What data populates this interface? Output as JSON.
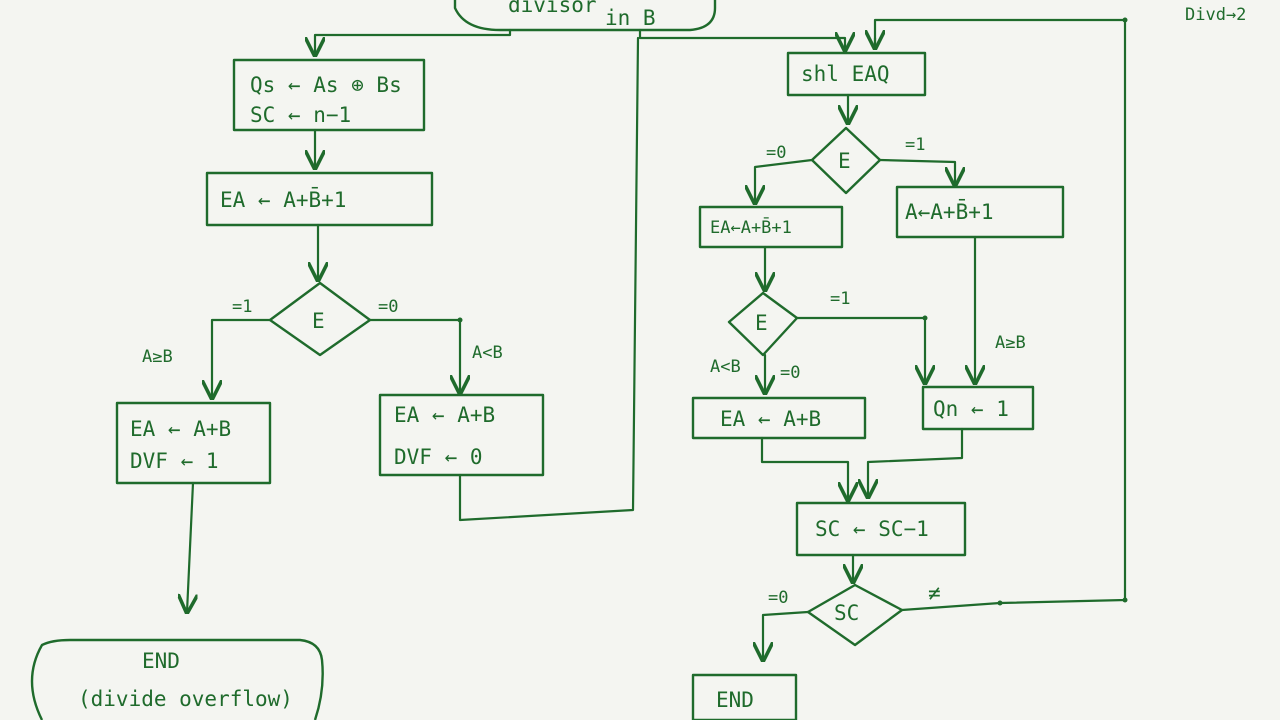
{
  "ink": "#1f6b2c",
  "paper": "#f4f5f1",
  "header": {
    "top_label_line1": "divisor",
    "top_label_line2": "in B",
    "corner_note": "Divd→2"
  },
  "left": {
    "init_line1": "Qs ← As ⊕ Bs",
    "init_line2": "SC ← n−1",
    "sub": "EA ← A+B̄+1",
    "decision": "E",
    "edge_e1": "=1",
    "edge_e0": "=0",
    "cond_ge": "A≥B",
    "cond_lt": "A<B",
    "ovf_line1": "EA ← A+B",
    "ovf_line2": "DVF ← 1",
    "ok_line1": "EA ← A+B",
    "ok_line2": "DVF ← 0",
    "end_line1": "END",
    "end_line2": "(divide overflow)"
  },
  "right": {
    "shift": "shl EAQ",
    "decision1": "E",
    "edge_0": "=0",
    "edge_1": "=1",
    "sub_left": "EA←A+B̄+1",
    "sub_right": "A←A+B̄+1",
    "decision2": "E",
    "edge_2_1": "=1",
    "cond_lt": "A<B",
    "edge_2_0": "=0",
    "cond_ge": "A≥B",
    "restore": "EA ← A+B",
    "set_q": "Qn ← 1",
    "dec_sc": "SC ← SC−1",
    "decision3": "SC",
    "edge_sc_0": "=0",
    "edge_sc_ne": "≠",
    "end": "END"
  }
}
